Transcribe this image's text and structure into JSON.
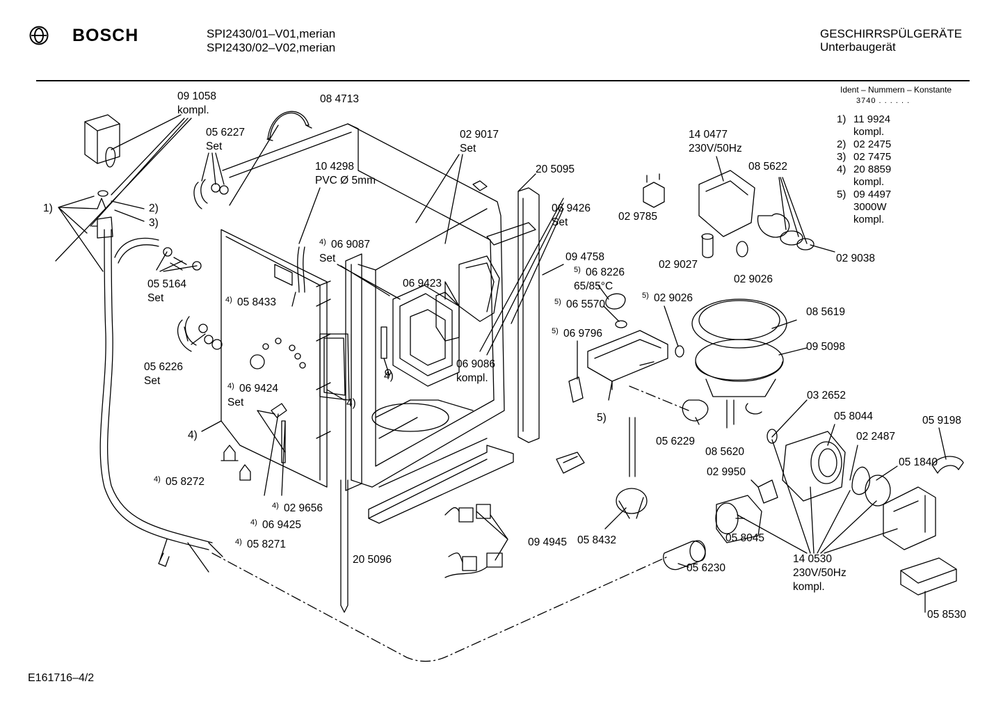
{
  "header": {
    "brand": "BOSCH",
    "model_line_1": "SPI2430/01–V01,merian",
    "model_line_2": "SPI2430/02–V02,merian",
    "category": "GESCHIRRSPÜLGERÄTE",
    "subcategory": "Unterbaugerät"
  },
  "ident": {
    "title": "Ident – Nummern – Konstante",
    "code": "3740  .  .    .  .  .  ."
  },
  "legend": [
    {
      "idx": "1)",
      "lines": [
        "11 9924",
        "kompl."
      ]
    },
    {
      "idx": "2)",
      "lines": [
        "02 2475"
      ]
    },
    {
      "idx": "3)",
      "lines": [
        "02 7475"
      ]
    },
    {
      "idx": "4)",
      "lines": [
        "20 8859",
        "kompl."
      ]
    },
    {
      "idx": "5)",
      "lines": [
        "09 4497",
        "3000W",
        "kompl."
      ]
    }
  ],
  "footer": {
    "drawing_id": "E161716–4/2"
  },
  "colors": {
    "ink": "#000000",
    "paper": "#ffffff"
  },
  "callouts": [
    {
      "sup": "",
      "lines": [
        "09 1058",
        "kompl."
      ]
    },
    {
      "sup": "",
      "lines": [
        "08 4713"
      ]
    },
    {
      "sup": "",
      "lines": [
        "05 6227",
        "Set"
      ]
    },
    {
      "sup": "",
      "lines": [
        "1)"
      ]
    },
    {
      "sup": "",
      "lines": [
        "2)"
      ]
    },
    {
      "sup": "",
      "lines": [
        "3)"
      ]
    },
    {
      "sup": "",
      "lines": [
        "05 5164",
        "Set"
      ]
    },
    {
      "sup": "",
      "lines": [
        "10 4298",
        "PVC Ø 5mm"
      ]
    },
    {
      "sup": "4)",
      "lines": [
        "06 9087",
        "Set"
      ]
    },
    {
      "sup": "4)",
      "lines": [
        "05 8433"
      ]
    },
    {
      "sup": "",
      "lines": [
        "05 6226",
        "Set"
      ]
    },
    {
      "sup": "4)",
      "lines": [
        "06 9424",
        "Set"
      ]
    },
    {
      "sup": "",
      "lines": [
        "4)"
      ]
    },
    {
      "sup": "4)",
      "lines": [
        "05 8272"
      ]
    },
    {
      "sup": "4)",
      "lines": [
        "02 9656"
      ]
    },
    {
      "sup": "4)",
      "lines": [
        "06 9425"
      ]
    },
    {
      "sup": "4)",
      "lines": [
        "05 8271"
      ]
    },
    {
      "sup": "",
      "lines": [
        "4)"
      ]
    },
    {
      "sup": "",
      "lines": [
        "4)"
      ]
    },
    {
      "sup": "",
      "lines": [
        "02 9017",
        "Set"
      ]
    },
    {
      "sup": "",
      "lines": [
        "06 9423"
      ]
    },
    {
      "sup": "",
      "lines": [
        "06 9086",
        "kompl."
      ]
    },
    {
      "sup": "",
      "lines": [
        "20 5095"
      ]
    },
    {
      "sup": "",
      "lines": [
        "06 9426",
        "Set"
      ]
    },
    {
      "sup": "",
      "lines": [
        "09 4758"
      ]
    },
    {
      "sup": "",
      "lines": [
        "02 9785"
      ]
    },
    {
      "sup": "5)",
      "lines": [
        "06 8226",
        "65/85°C"
      ]
    },
    {
      "sup": "5)",
      "lines": [
        "06 5570"
      ]
    },
    {
      "sup": "5)",
      "lines": [
        "02 9026"
      ]
    },
    {
      "sup": "5)",
      "lines": [
        "06 9796"
      ]
    },
    {
      "sup": "",
      "lines": [
        "5)"
      ]
    },
    {
      "sup": "",
      "lines": [
        "14 0477",
        "230V/50Hz"
      ]
    },
    {
      "sup": "",
      "lines": [
        "08 5622"
      ]
    },
    {
      "sup": "",
      "lines": [
        "02 9027"
      ]
    },
    {
      "sup": "",
      "lines": [
        "02 9026"
      ]
    },
    {
      "sup": "",
      "lines": [
        "02 9038"
      ]
    },
    {
      "sup": "",
      "lines": [
        "08 5619"
      ]
    },
    {
      "sup": "",
      "lines": [
        "09 5098"
      ]
    },
    {
      "sup": "",
      "lines": [
        "03 2652"
      ]
    },
    {
      "sup": "",
      "lines": [
        "05 8044"
      ]
    },
    {
      "sup": "",
      "lines": [
        "05 9198"
      ]
    },
    {
      "sup": "",
      "lines": [
        "02 2487"
      ]
    },
    {
      "sup": "",
      "lines": [
        "05 1840"
      ]
    },
    {
      "sup": "",
      "lines": [
        "05 6229"
      ]
    },
    {
      "sup": "",
      "lines": [
        "08 5620"
      ]
    },
    {
      "sup": "",
      "lines": [
        "02 9950"
      ]
    },
    {
      "sup": "",
      "lines": [
        "05 8045"
      ]
    },
    {
      "sup": "",
      "lines": [
        "14 0530",
        "230V/50Hz",
        "kompl."
      ]
    },
    {
      "sup": "",
      "lines": [
        "05 8530"
      ]
    },
    {
      "sup": "",
      "lines": [
        "09 4945"
      ]
    },
    {
      "sup": "",
      "lines": [
        "05 8432"
      ]
    },
    {
      "sup": "",
      "lines": [
        "20 5096"
      ]
    },
    {
      "sup": "",
      "lines": [
        "05 6230"
      ]
    }
  ]
}
